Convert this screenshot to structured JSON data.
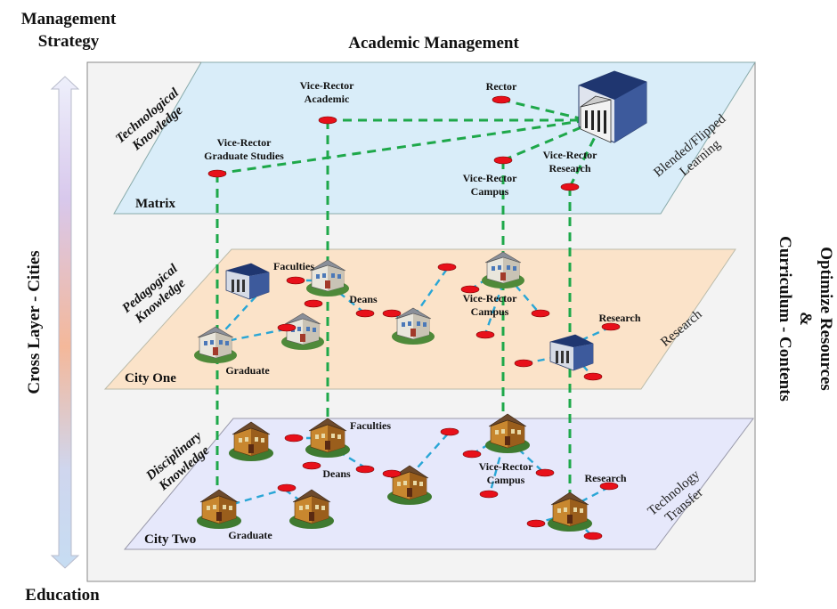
{
  "titles": {
    "management_strategy": [
      "Management",
      "Strategy"
    ],
    "academic_management": "Academic Management",
    "education": "Education",
    "cross_layer": "Cross Layer - Cities",
    "optimize": [
      "Optimize Resources",
      "&",
      "Curriculum - Contents"
    ]
  },
  "layers": {
    "matrix": {
      "name": "Matrix",
      "knowledge": [
        "Technological",
        "Knowledge"
      ],
      "side": [
        "Blended/Flipped",
        "Learning"
      ],
      "nodes": {
        "vr_academic": [
          "Vice-Rector",
          "Academic"
        ],
        "rector": "Rector",
        "vr_graduate": [
          "Vice-Rector",
          "Graduate Studies"
        ],
        "vr_campus": [
          "Vice-Rector",
          "Campus"
        ],
        "vr_research": [
          "Vice-Rector",
          "Research"
        ]
      }
    },
    "city_one": {
      "name": "City One",
      "knowledge": [
        "Pedagogical",
        "Knowledge"
      ],
      "side": "Research",
      "labels": {
        "faculties": "Faculties",
        "deans": "Deans",
        "vr_campus": [
          "Vice-Rector",
          "Campus"
        ],
        "research": "Research",
        "graduate": "Graduate"
      }
    },
    "city_two": {
      "name": "City Two",
      "knowledge": [
        "Disciplinary",
        "Knowledge"
      ],
      "side": [
        "Technology",
        "Transfer"
      ],
      "labels": {
        "faculties": "Faculties",
        "deans": "Deans",
        "vr_campus": [
          "Vice-Rector",
          "Campus"
        ],
        "research": "Research",
        "graduate": "Graduate"
      }
    }
  },
  "colors": {
    "matrix_plane": "#d9edf9",
    "city_one_plane": "#fbe3c9",
    "city_two_plane": "#e6e8fb",
    "vertical_link": "#1ea84a",
    "local_link": "#29a6d6",
    "node": "#e8101a"
  }
}
